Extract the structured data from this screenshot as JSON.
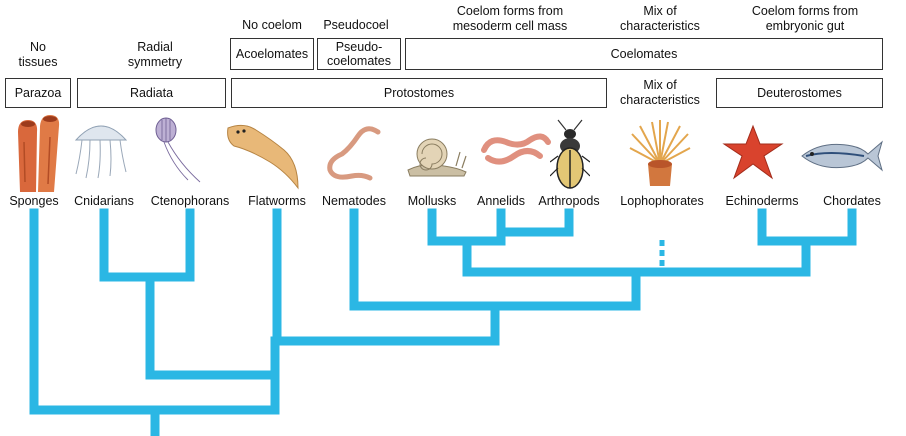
{
  "headers": {
    "no_tissues": "No\ntissues",
    "radial_symmetry": "Radial\nsymmetry",
    "no_coelom": "No coelom",
    "pseudocoel": "Pseudocoel",
    "coelom_mesoderm": "Coelom forms from\nmesoderm cell mass",
    "mix_top": "Mix of\ncharacteristics",
    "coelom_gut": "Coelom forms from\nembryonic gut"
  },
  "coelom_boxes": {
    "acoelomates": "Acoelomates",
    "pseudocoelomates": "Pseudo-\ncoelomates",
    "coelomates": "Coelomates"
  },
  "group_boxes": {
    "parazoa": "Parazoa",
    "radiata": "Radiata",
    "protostomes": "Protostomes",
    "mix": "Mix of\ncharacteristics",
    "deuterostomes": "Deuterostomes"
  },
  "taxa": [
    "Sponges",
    "Cnidarians",
    "Ctenophorans",
    "Flatworms",
    "Nematodes",
    "Mollusks",
    "Annelids",
    "Arthropods",
    "Lophophorates",
    "Echinoderms",
    "Chordates"
  ],
  "colors": {
    "branch": "#2bb7e4",
    "box_border": "#333333"
  },
  "icons": [
    "sponge-icon",
    "jellyfish-icon",
    "comb-jelly-icon",
    "flatworm-icon",
    "roundworm-icon",
    "snail-icon",
    "earthworm-icon",
    "beetle-icon",
    "lophophorate-icon",
    "starfish-icon",
    "fish-icon"
  ]
}
